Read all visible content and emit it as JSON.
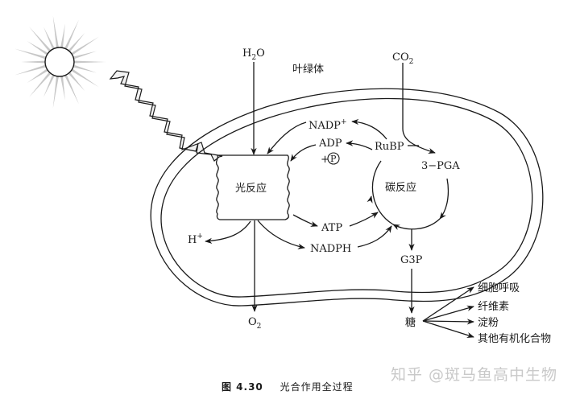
{
  "diagram": {
    "organelle_label": "叶绿体",
    "light_reaction_label": "光反应",
    "carbon_reaction_label": "碳反应",
    "inputs": {
      "water": "H",
      "water_sub": "2",
      "water_tail": "O",
      "carbon_dioxide": "CO",
      "carbon_dioxide_sub": "2"
    },
    "outputs": {
      "oxygen": "O",
      "oxygen_sub": "2",
      "proton": "H",
      "proton_sup": "+"
    },
    "intermediates": {
      "nadp_plus": "NADP",
      "nadp_plus_sup": "+",
      "adp": "ADP",
      "phosphate_plus": "+",
      "phosphate": "P",
      "atp": "ATP",
      "nadph": "NADPH",
      "rubp": "RuBP",
      "pga": "3−PGA",
      "g3p": "G3P"
    },
    "sugar": {
      "label": "糖",
      "fates": [
        "细胞呼吸",
        "纤维素",
        "淀粉",
        "其他有机化合物"
      ]
    }
  },
  "caption": {
    "figure_number": "图 4.30",
    "title": "光合作用全过程"
  },
  "watermark": "知乎 @斑马鱼高中生物",
  "colors": {
    "ink": "#1a1a1a",
    "sun_rays": "#c8c8c8",
    "watermark": "#c9c9c9"
  }
}
